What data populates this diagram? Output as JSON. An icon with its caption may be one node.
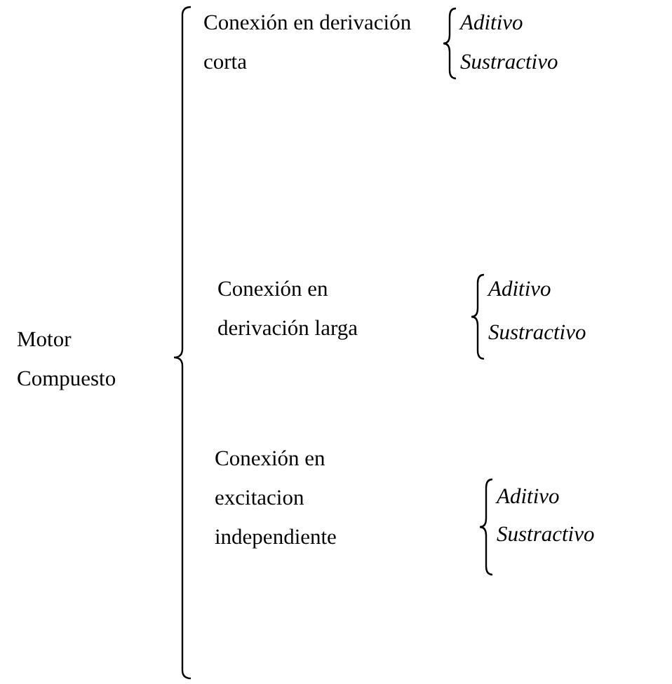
{
  "diagram": {
    "labels": [
      "Motor Compuesto",
      "Conexión en derivación corta",
      "Aditivo",
      "Sustractivo",
      "Conexión en derivación larga",
      "Aditivo",
      "Sustractivo",
      "Conexión en excitacion independiente",
      "Aditivo",
      "Sustractivo"
    ]
  }
}
